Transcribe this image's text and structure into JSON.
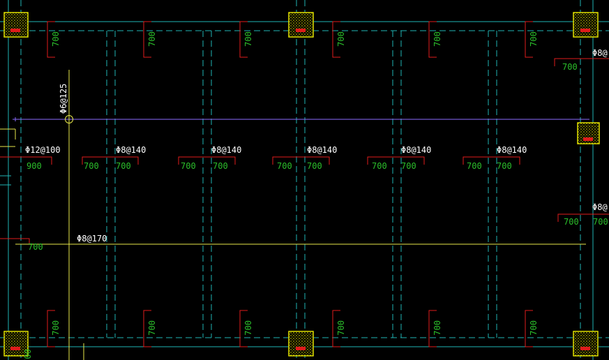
{
  "drawing": {
    "colors": {
      "background": "#000000",
      "beam_cyan": "#1fb5b5",
      "rebar_red": "#e01b1b",
      "dim_green": "#2bbf2b",
      "label_white": "#ffffff",
      "axis_purple": "#8c6bff",
      "line_yellow": "#e8e84a",
      "column_yellow": "#e0e000"
    },
    "top_dims": [
      "700",
      "700",
      "700",
      "700",
      "700",
      "700"
    ],
    "bottom_dims": [
      "700",
      "700",
      "700",
      "700",
      "700",
      "700"
    ],
    "rebar_labels": {
      "main": "Φ12@100",
      "r1": "Φ8@140",
      "r2": "Φ8@140",
      "r3": "Φ8@140",
      "r4": "Φ8@140",
      "r5": "Φ8@140",
      "vertical": "Φ6@125",
      "lower": "Φ8@170",
      "right_top": "Φ8@",
      "right_mid": "Φ8@"
    },
    "mid_dims": {
      "main": "900",
      "p1a": "700",
      "p1b": "700",
      "p2a": "700",
      "p2b": "700",
      "p3a": "700",
      "p3b": "700",
      "p4a": "700",
      "p4b": "700",
      "p5a": "700",
      "p5b": "700",
      "lower": "700",
      "right_top": "700",
      "right_mid_a": "700",
      "right_mid_b": "700"
    }
  }
}
